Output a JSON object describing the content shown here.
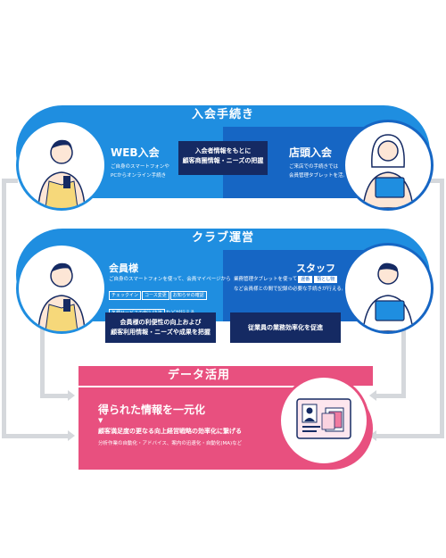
{
  "section1": {
    "title": "入会手続き",
    "web": {
      "title": "WEB入会",
      "line1": "ご自身のスマートフォンや",
      "line2": "PCからオンライン手続き"
    },
    "center": {
      "line1": "入会者情報をもとに",
      "line2": "顧客商圏情報・ニーズの把握"
    },
    "store": {
      "title": "店頭入会",
      "line1": "ご来店での手続きでは",
      "line2": "会員管理タブレットを活用"
    }
  },
  "section2": {
    "title": "クラブ運営",
    "member": {
      "title": "会員様",
      "line1": "ご自身のスマートフォンを使って、会員マイページから",
      "tags": [
        "チェックイン",
        "コース変更",
        "お知らせの確認",
        "各種サービスの申込/決済"
      ],
      "suffix": "などが行える。"
    },
    "staff": {
      "title": "スタッフ",
      "line1_pre": "業務管理タブレットを使って",
      "tag1": "遅番",
      "tag2": "預とし物",
      "line2": "など会員様との間で記録の必要な手続きが行える。"
    },
    "box_left": {
      "line1": "会員様の利便性の向上および",
      "line2": "顧客利用情報・ニーズや成果を把握"
    },
    "box_right": {
      "line1": "従業員の業務効率化を促進"
    }
  },
  "section3": {
    "title": "データ活用",
    "headline": "得られた情報を一元化",
    "arrow": "▼",
    "line1": "顧客満足度の更なる向上経営戦略の効率化に繋げる",
    "line2": "分析作業の自動化・アドバイス、案内の迅速化・自動化(MA)など"
  },
  "colors": {
    "blue_dark": "#1666c4",
    "blue_mid": "#1f8ee0",
    "blue_light": "#3aa9ec",
    "navy": "#152a63",
    "pink": "#e8507f",
    "pink_light": "#f07aa0",
    "connector": "#d5d8dc"
  }
}
